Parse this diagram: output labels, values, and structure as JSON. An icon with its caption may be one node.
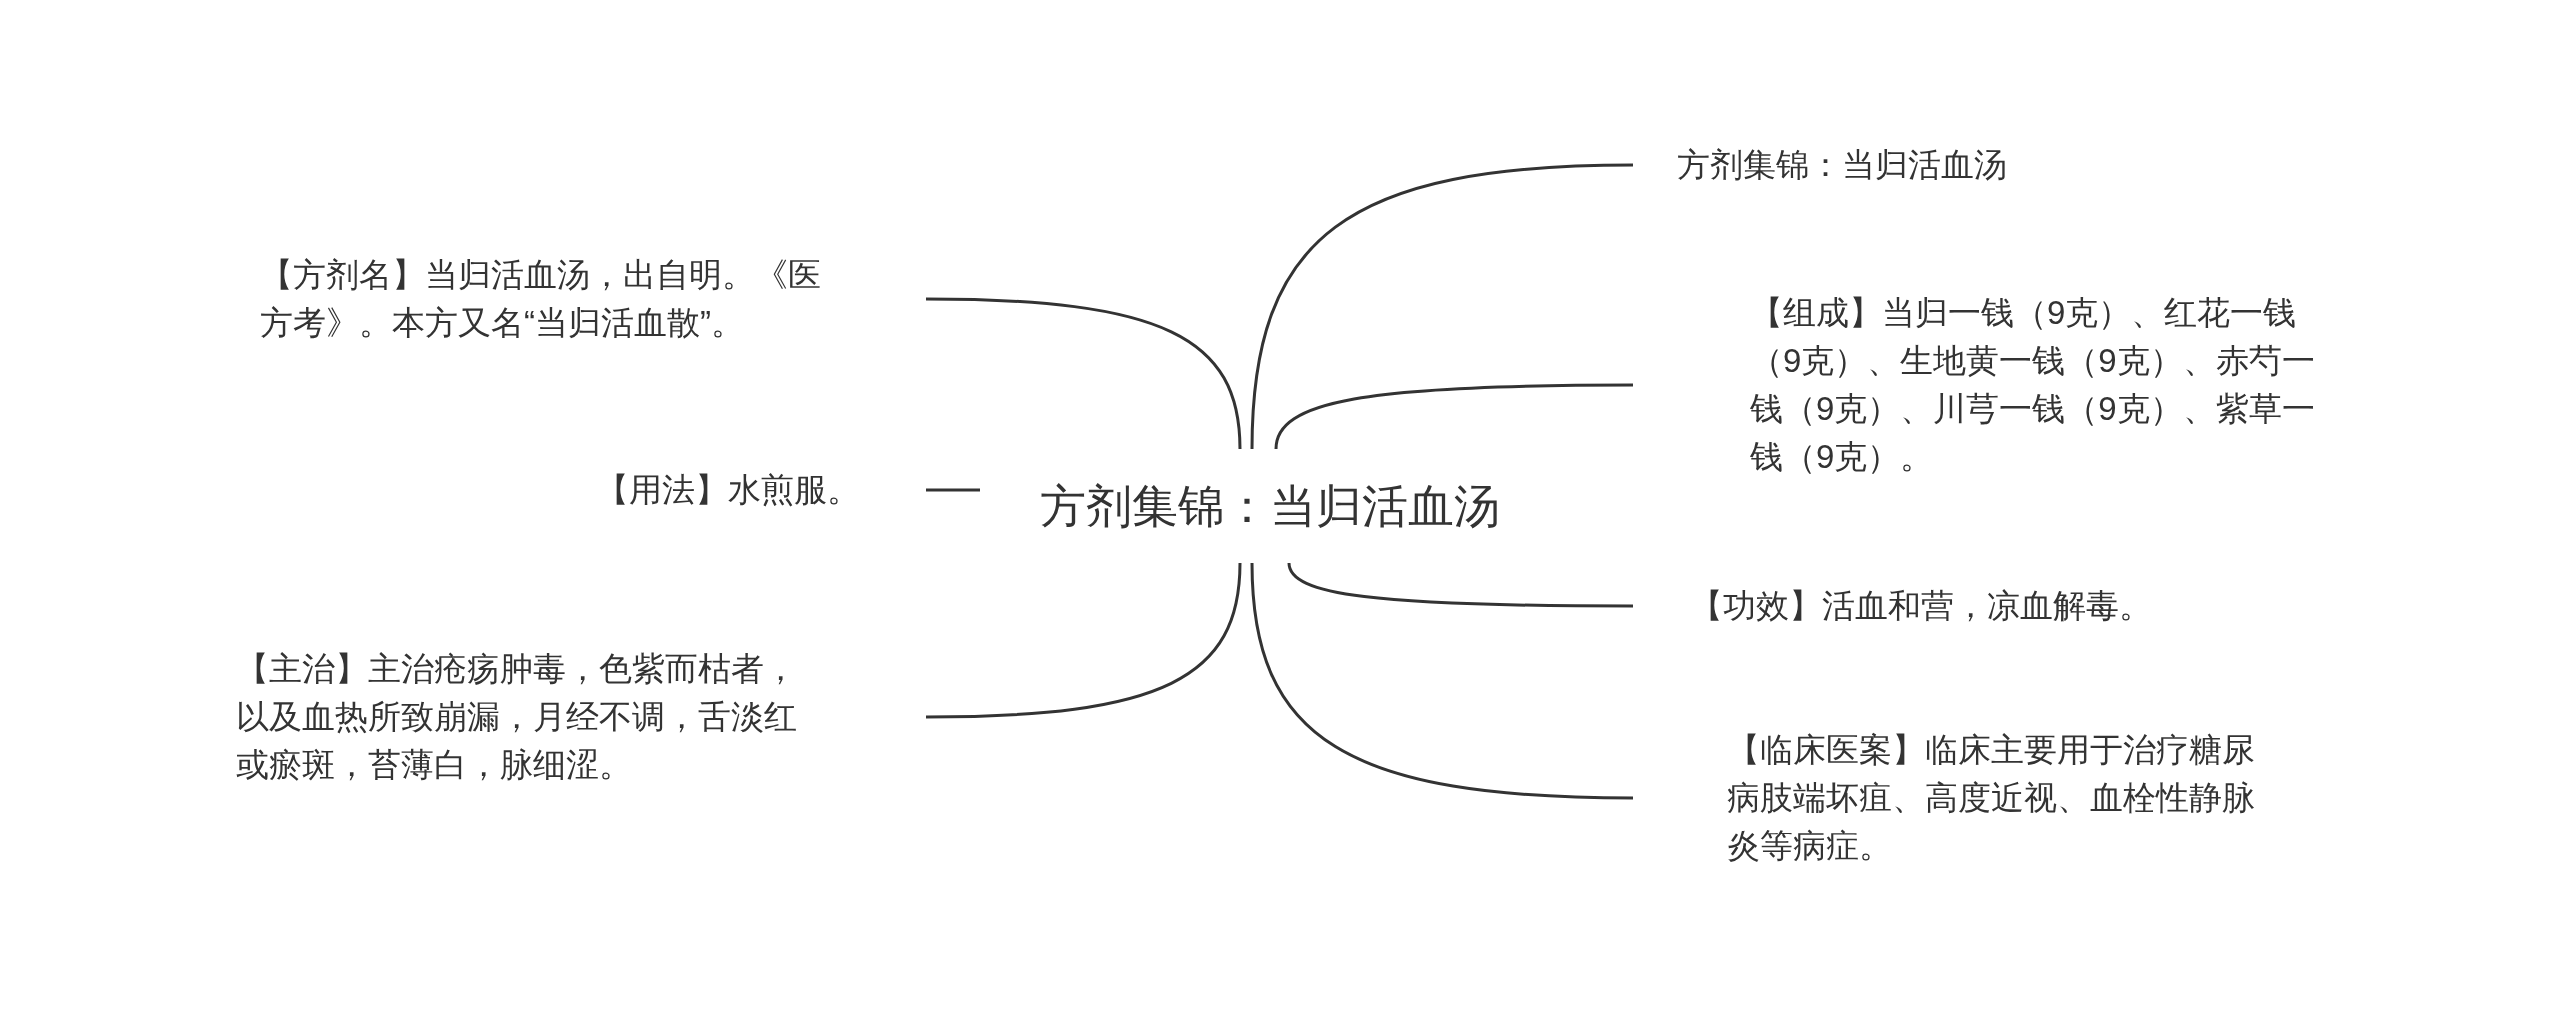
{
  "diagram": {
    "nodes": [
      {
        "text": [
          "方剂集锦：当归活血汤"
        ]
      },
      {
        "text": [
          "【方剂名】当归活血汤，出自明。《医方考》。本方又名“当归活血散”。"
        ]
      },
      {
        "text": [
          "【用法】水煎服。"
        ]
      },
      {
        "text": [
          "【主治】主治疮疡肿毒，色紫而枯者，以及血热所致崩漏，月经不调，舌淡红或瘀斑，苔薄白，脉细涩。"
        ]
      },
      {
        "text": [
          "方剂集锦：当归活血汤"
        ]
      },
      {
        "text": [
          "【组成】当归一钱（9克）、红花一钱（9克）、生地黄一钱（9克）、赤芍一钱（9克）、川芎一钱（9克）、紫草一钱（9克）。"
        ]
      },
      {
        "text": [
          "【功效】活血和营，凉血解毒。"
        ]
      },
      {
        "text": [
          "【临床医案】临床主要用于治疗糖尿病肢端坏疽、高度近视、血栓性静脉炎等病症。"
        ]
      }
    ],
    "edges": [
      {
        "from": 0,
        "to": 1,
        "arrow": "none"
      },
      {
        "from": 0,
        "to": 2,
        "arrow": "none"
      },
      {
        "from": 0,
        "to": 3,
        "arrow": "none"
      },
      {
        "from": 0,
        "to": 4,
        "arrow": "none"
      },
      {
        "from": 0,
        "to": 5,
        "arrow": "none"
      },
      {
        "from": 0,
        "to": 6,
        "arrow": "none"
      },
      {
        "from": 0,
        "to": 7,
        "arrow": "none"
      }
    ]
  }
}
